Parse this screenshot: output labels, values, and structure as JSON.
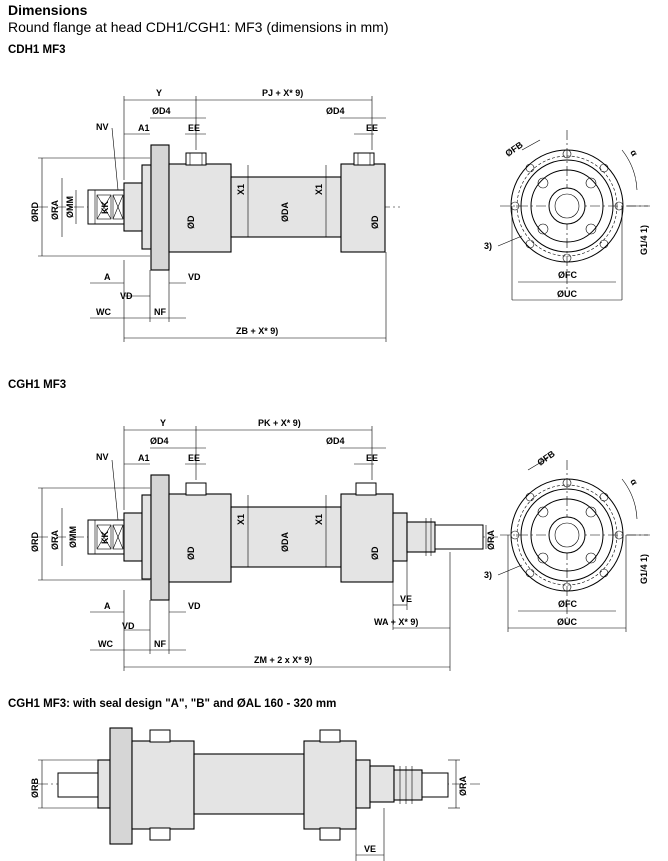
{
  "header": {
    "title": "Dimensions",
    "subtitle": "Round flange at head CDH1/CGH1: MF3 (dimensions in mm)"
  },
  "sections": {
    "s1": "CDH1 MF3",
    "s2": "CGH1 MF3",
    "s3": "CGH1 MF3: with seal design \"A\", \"B\" and ØAL 160 - 320 mm"
  },
  "labels1": {
    "Y": "Y",
    "PJ": "PJ + X* 9)",
    "D4a": "ØD4",
    "D4b": "ØD4",
    "NV": "NV",
    "A1": "A1",
    "EEa": "EE",
    "EEb": "EE",
    "RD": "ØRD",
    "RA": "ØRA",
    "MM": "ØMM",
    "KK": "KK",
    "X1a": "X1",
    "X1b": "X1",
    "DA": "ØDA",
    "Da": "ØD",
    "Db": "ØD",
    "A": "A",
    "VDa": "VD",
    "VDb": "VD",
    "WC": "WC",
    "NF": "NF",
    "ZB": "ZB + X* 9)"
  },
  "labels2": {
    "Y": "Y",
    "PK": "PK + X* 9)",
    "D4a": "ØD4",
    "D4b": "ØD4",
    "NV": "NV",
    "A1": "A1",
    "EEa": "EE",
    "EEb": "EE",
    "RD": "ØRD",
    "RA": "ØRA",
    "MM": "ØMM",
    "KK": "KK",
    "X1a": "X1",
    "X1b": "X1",
    "DA": "ØDA",
    "Da": "ØD",
    "Db": "ØD",
    "RA2": "ØRA",
    "A": "A",
    "VDa": "VD",
    "VDb": "VD",
    "WC": "WC",
    "NF": "NF",
    "VE": "VE",
    "WA": "WA + X* 9)",
    "ZM": "ZM + 2 x X* 9)"
  },
  "labels3": {
    "RB": "ØRB",
    "RA": "ØRA",
    "VE": "VE"
  },
  "flange1": {
    "FB": "ØFB",
    "FC": "ØFC",
    "UC": "ØUC",
    "note": "3)",
    "G": "G1/4 1)",
    "angle": "α"
  },
  "flange2": {
    "FB": "ØFB",
    "FC": "ØFC",
    "UC": "ØUC",
    "note": "3)",
    "G": "G1/4 1)",
    "angle": "α"
  }
}
